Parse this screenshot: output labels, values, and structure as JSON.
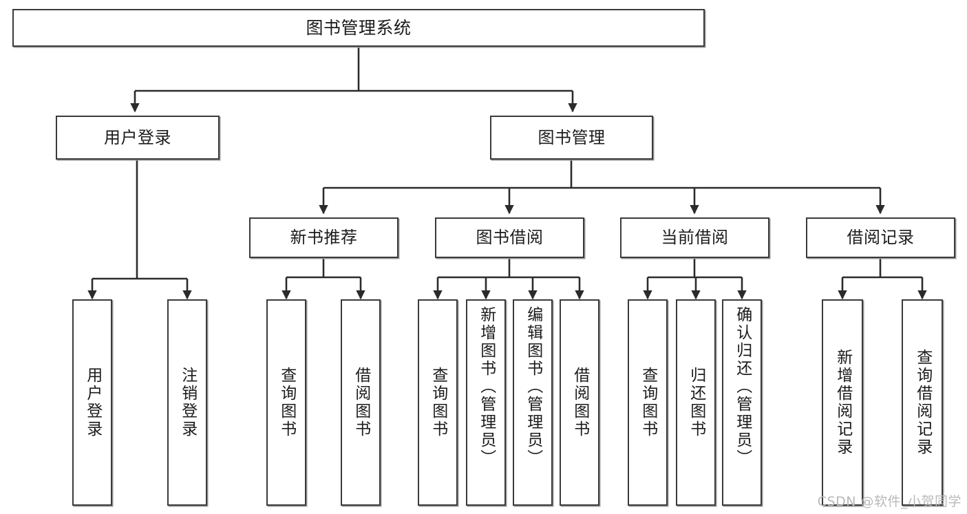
{
  "diagram": {
    "title": "图书管理系统",
    "type": "tree-hierarchy",
    "root": {
      "id": "root",
      "label": "图书管理系统"
    },
    "level2": [
      {
        "id": "user-login",
        "label": "用户登录"
      },
      {
        "id": "book-manage",
        "label": "图书管理"
      }
    ],
    "level3": [
      {
        "id": "new-book-recommend",
        "label": "新书推荐",
        "parent": "book-manage"
      },
      {
        "id": "book-borrow",
        "label": "图书借阅",
        "parent": "book-manage"
      },
      {
        "id": "current-borrow",
        "label": "当前借阅",
        "parent": "book-manage"
      },
      {
        "id": "borrow-record",
        "label": "借阅记录",
        "parent": "book-manage"
      }
    ],
    "leaves": {
      "user-login": [
        {
          "id": "leaf-user-login",
          "label": "用户登录"
        },
        {
          "id": "leaf-user-logout",
          "label": "注销登录"
        }
      ],
      "new-book-recommend": [
        {
          "id": "leaf-query-book-1",
          "label": "查询图书"
        },
        {
          "id": "leaf-borrow-book-1",
          "label": "借阅图书"
        }
      ],
      "book-borrow": [
        {
          "id": "leaf-query-book-2",
          "label": "查询图书"
        },
        {
          "id": "leaf-add-book",
          "label": "新增图书（管理员）"
        },
        {
          "id": "leaf-edit-book",
          "label": "编辑图书（管理员）"
        },
        {
          "id": "leaf-borrow-book-2",
          "label": "借阅图书"
        }
      ],
      "current-borrow": [
        {
          "id": "leaf-query-book-3",
          "label": "查询图书"
        },
        {
          "id": "leaf-return-book",
          "label": "归还图书"
        },
        {
          "id": "leaf-confirm-return",
          "label": "确认归还（管理员）"
        }
      ],
      "borrow-record": [
        {
          "id": "leaf-add-record",
          "label": "新增借阅记录"
        },
        {
          "id": "leaf-query-record",
          "label": "查询借阅记录"
        }
      ]
    }
  },
  "watermark": {
    "text": "CSDN @软件_小贺同学"
  },
  "colors": {
    "background": "#ffffff",
    "box_border": "#3a3a3a",
    "box_shadow": "#9a9a9a",
    "text": "#1b1b1b",
    "connector": "#2b2b2b",
    "watermark": "#b9b9b9"
  }
}
